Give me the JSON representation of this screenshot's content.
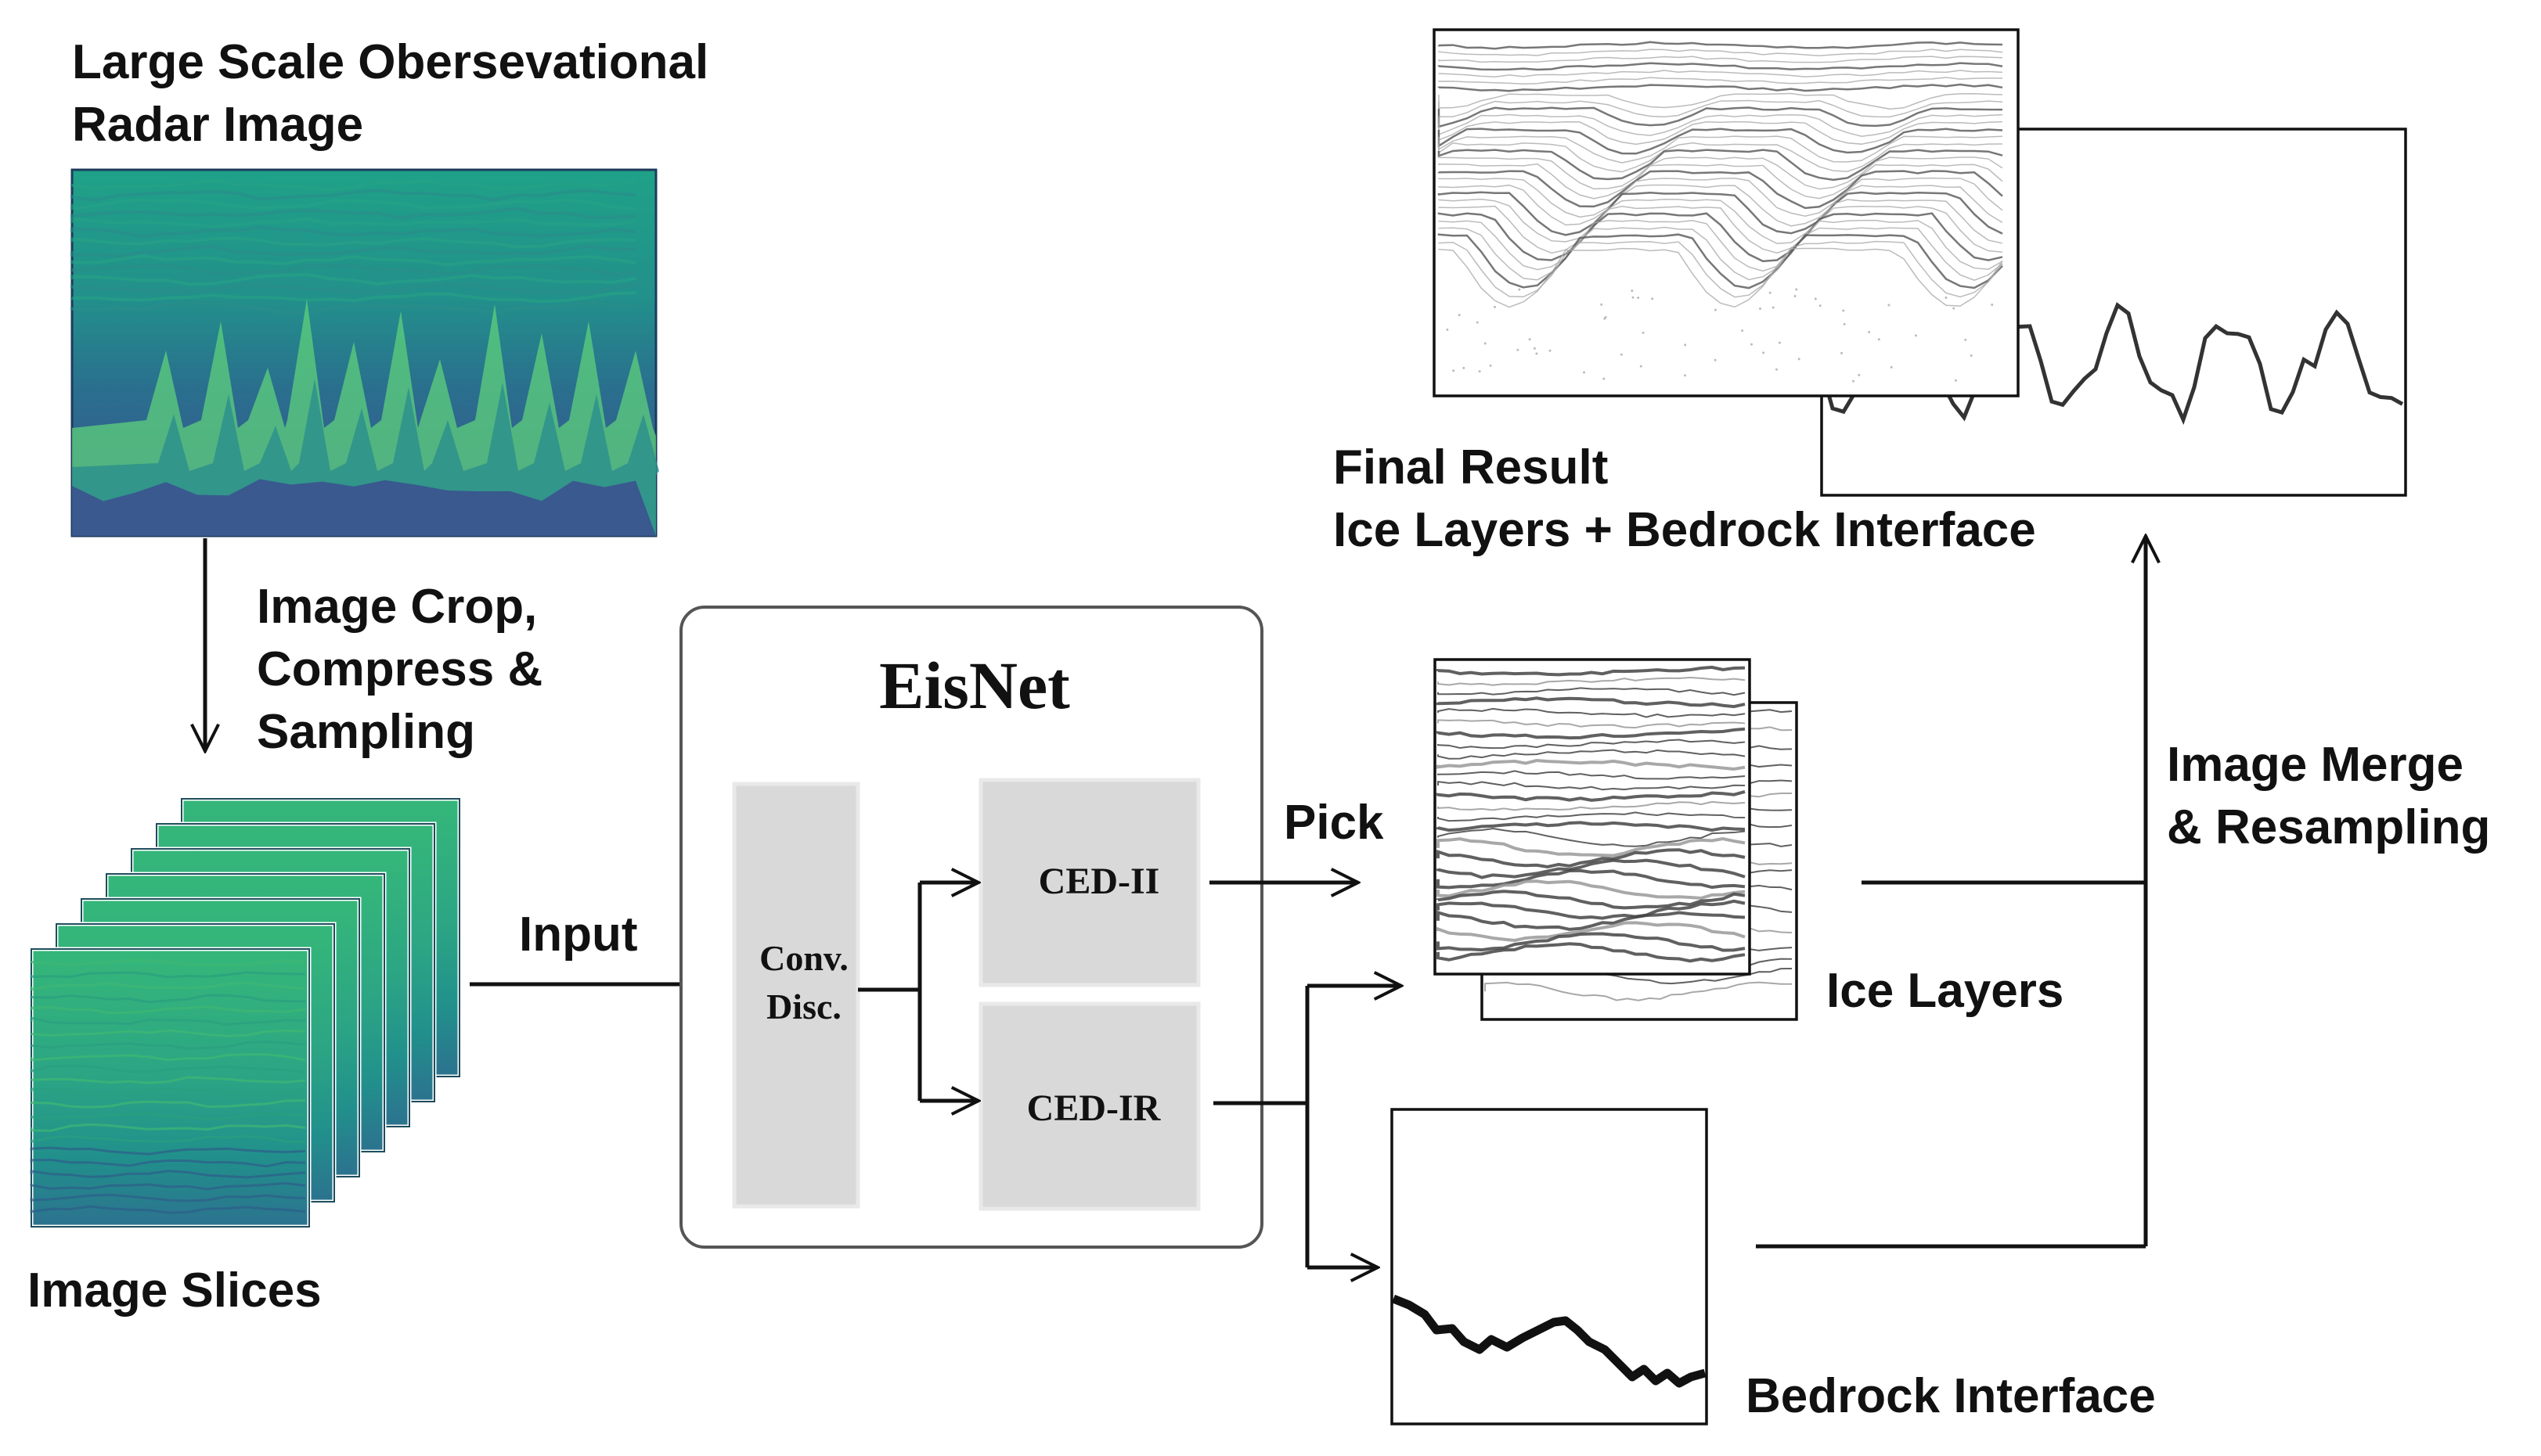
{
  "labels": {
    "radar_line1": "Large Scale Obersevational",
    "radar_line2": "Radar Image",
    "crop_line1": "Image Crop,",
    "crop_line2": "Compress &",
    "crop_line3": "Sampling",
    "slices": "Image Slices",
    "input": "Input",
    "pick": "Pick",
    "ice_layers": "Ice Layers",
    "bedrock": "Bedrock Interface",
    "final_line1": "Final Result",
    "final_line2": "Ice Layers + Bedrock Interface",
    "merge_line1": "Image Merge",
    "merge_line2": "& Resampling"
  },
  "eisnet": {
    "title": "EisNet",
    "conv_line1": "Conv.",
    "conv_line2": "Disc.",
    "ced_ii": "CED-II",
    "ced_ir": "CED-IR"
  },
  "colors": {
    "radar_dark": "#2a5f8a",
    "radar_mid": "#1f9d89",
    "radar_bright": "#5dd07b",
    "radar_base": "#3b4f8f",
    "module_fill": "#d9d9d9",
    "line": "#111111"
  }
}
